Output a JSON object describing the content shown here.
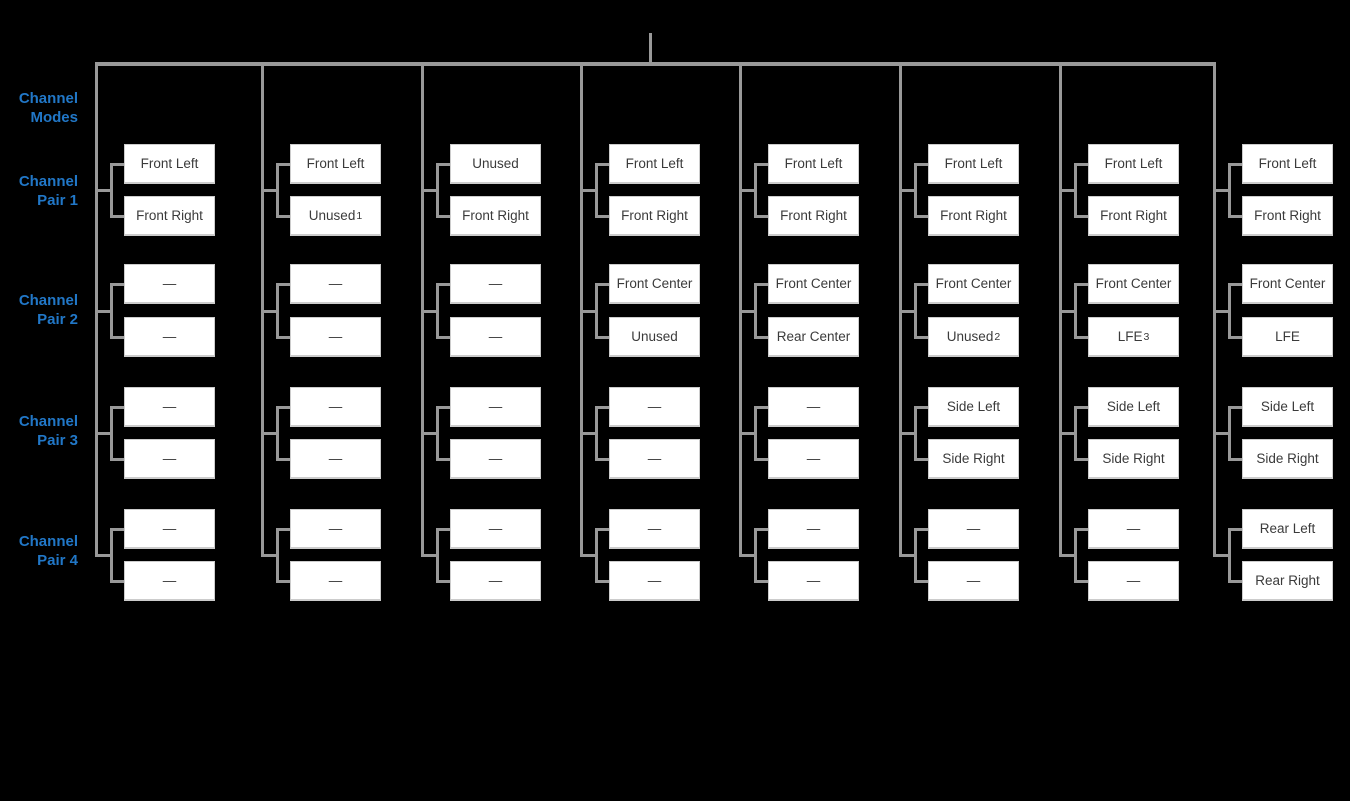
{
  "diagram_name": "Channel Modes",
  "labels": {
    "channel_modes": "Channel\nModes",
    "channel_pair_1": "Channel\nPair 1",
    "channel_pair_2": "Channel\nPair 2",
    "channel_pair_3": "Channel\nPair 3",
    "channel_pair_4": "Channel\nPair 4"
  },
  "empty_channel_symbol": "—",
  "colors": {
    "background": "#000000",
    "label_blue": "#2177C7",
    "line_gray": "#999999",
    "box_fill": "#FFFFFF",
    "box_border": "#CCCCCC",
    "box_text": "#3B3B3B"
  },
  "columns": [
    {
      "pairs": [
        [
          "Front Left",
          "Front Right"
        ],
        [
          "—",
          "—"
        ],
        [
          "—",
          "—"
        ],
        [
          "—",
          "—"
        ]
      ]
    },
    {
      "pairs": [
        [
          "Front Left",
          "Unused^1"
        ],
        [
          "—",
          "—"
        ],
        [
          "—",
          "—"
        ],
        [
          "—",
          "—"
        ]
      ]
    },
    {
      "pairs": [
        [
          "Unused",
          "Front Right"
        ],
        [
          "—",
          "—"
        ],
        [
          "—",
          "—"
        ],
        [
          "—",
          "—"
        ]
      ]
    },
    {
      "pairs": [
        [
          "Front Left",
          "Front Right"
        ],
        [
          "Front Center",
          "Unused"
        ],
        [
          "—",
          "—"
        ],
        [
          "—",
          "—"
        ]
      ]
    },
    {
      "pairs": [
        [
          "Front Left",
          "Front Right"
        ],
        [
          "Front Center",
          "Rear Center"
        ],
        [
          "—",
          "—"
        ],
        [
          "—",
          "—"
        ]
      ]
    },
    {
      "pairs": [
        [
          "Front Left",
          "Front Right"
        ],
        [
          "Front Center",
          "Unused^2"
        ],
        [
          "Side Left",
          "Side Right"
        ],
        [
          "—",
          "—"
        ]
      ]
    },
    {
      "pairs": [
        [
          "Front Left",
          "Front Right"
        ],
        [
          "Front Center",
          "LFE^3"
        ],
        [
          "Side Left",
          "Side Right"
        ],
        [
          "—",
          "—"
        ]
      ]
    },
    {
      "pairs": [
        [
          "Front Left",
          "Front Right"
        ],
        [
          "Front Center",
          "LFE"
        ],
        [
          "Side Left",
          "Side Right"
        ],
        [
          "Rear Left",
          "Rear Right"
        ]
      ]
    }
  ]
}
